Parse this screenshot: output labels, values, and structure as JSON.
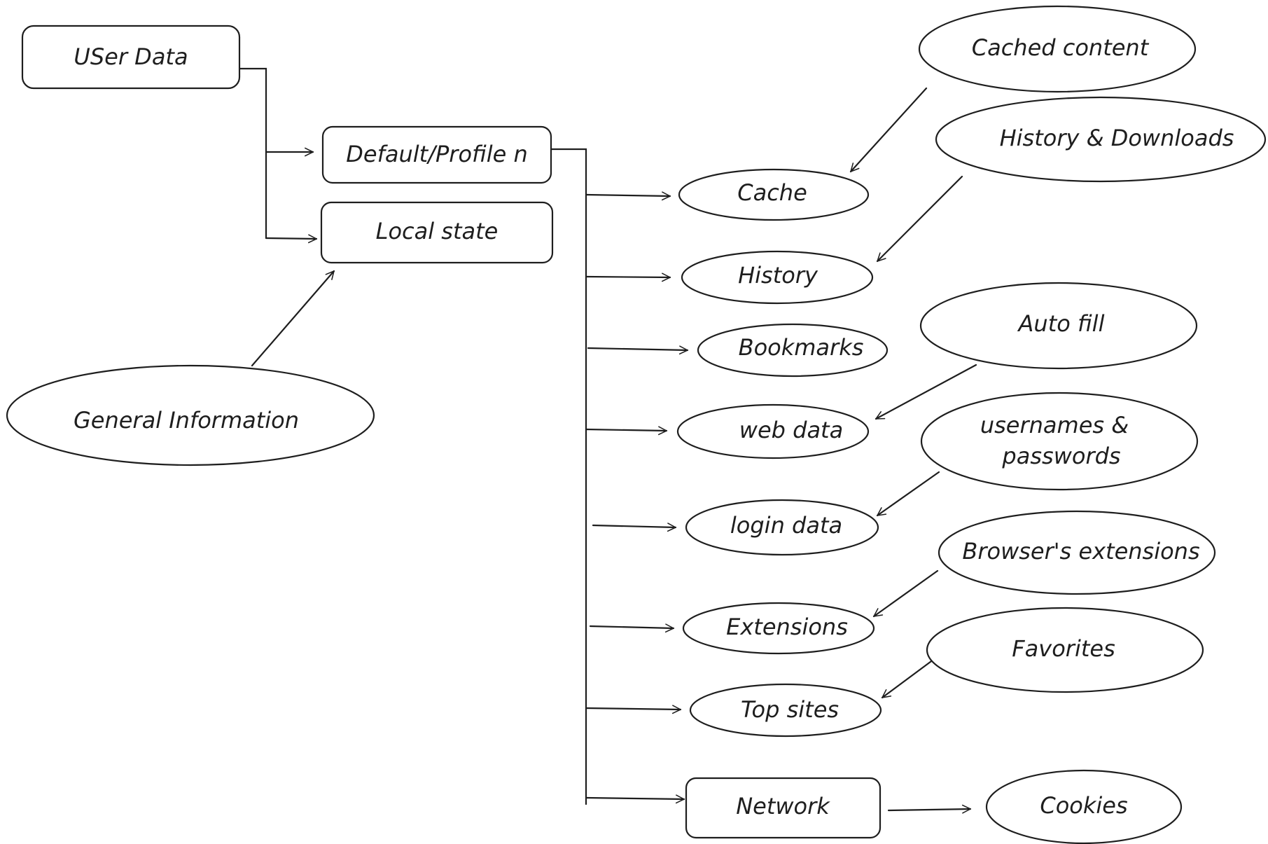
{
  "colors": {
    "stroke": "#1e1e1e",
    "background": "#ffffff"
  },
  "nodes": {
    "user_data": "USer Data",
    "default_profile": "Default/Profile n",
    "local_state": "Local state",
    "general_information": "General Information",
    "cache": "Cache",
    "history": "History",
    "bookmarks": "Bookmarks",
    "web_data": "web data",
    "login_data": "login data",
    "extensions": "Extensions",
    "top_sites": "Top sites",
    "network": "Network",
    "cached_content": "Cached content",
    "history_downloads": "History & Downloads",
    "auto_fill": "Auto fill",
    "usernames_passwords_line1": "usernames &",
    "usernames_passwords_line2": "passwords",
    "browsers_extensions": "Browser's extensions",
    "favorites": "Favorites",
    "cookies": "Cookies"
  },
  "edges": [
    {
      "from": "user_data",
      "to": "default_profile"
    },
    {
      "from": "user_data",
      "to": "local_state"
    },
    {
      "from": "general_information",
      "to": "local_state"
    },
    {
      "from": "default_profile",
      "to": "cache"
    },
    {
      "from": "default_profile",
      "to": "history"
    },
    {
      "from": "default_profile",
      "to": "bookmarks"
    },
    {
      "from": "default_profile",
      "to": "web_data"
    },
    {
      "from": "default_profile",
      "to": "login_data"
    },
    {
      "from": "default_profile",
      "to": "extensions"
    },
    {
      "from": "default_profile",
      "to": "top_sites"
    },
    {
      "from": "default_profile",
      "to": "network"
    },
    {
      "from": "cached_content",
      "to": "cache"
    },
    {
      "from": "history_downloads",
      "to": "history"
    },
    {
      "from": "auto_fill",
      "to": "web_data"
    },
    {
      "from": "usernames_passwords",
      "to": "login_data"
    },
    {
      "from": "browsers_extensions",
      "to": "extensions"
    },
    {
      "from": "favorites",
      "to": "top_sites"
    },
    {
      "from": "network",
      "to": "cookies"
    }
  ]
}
